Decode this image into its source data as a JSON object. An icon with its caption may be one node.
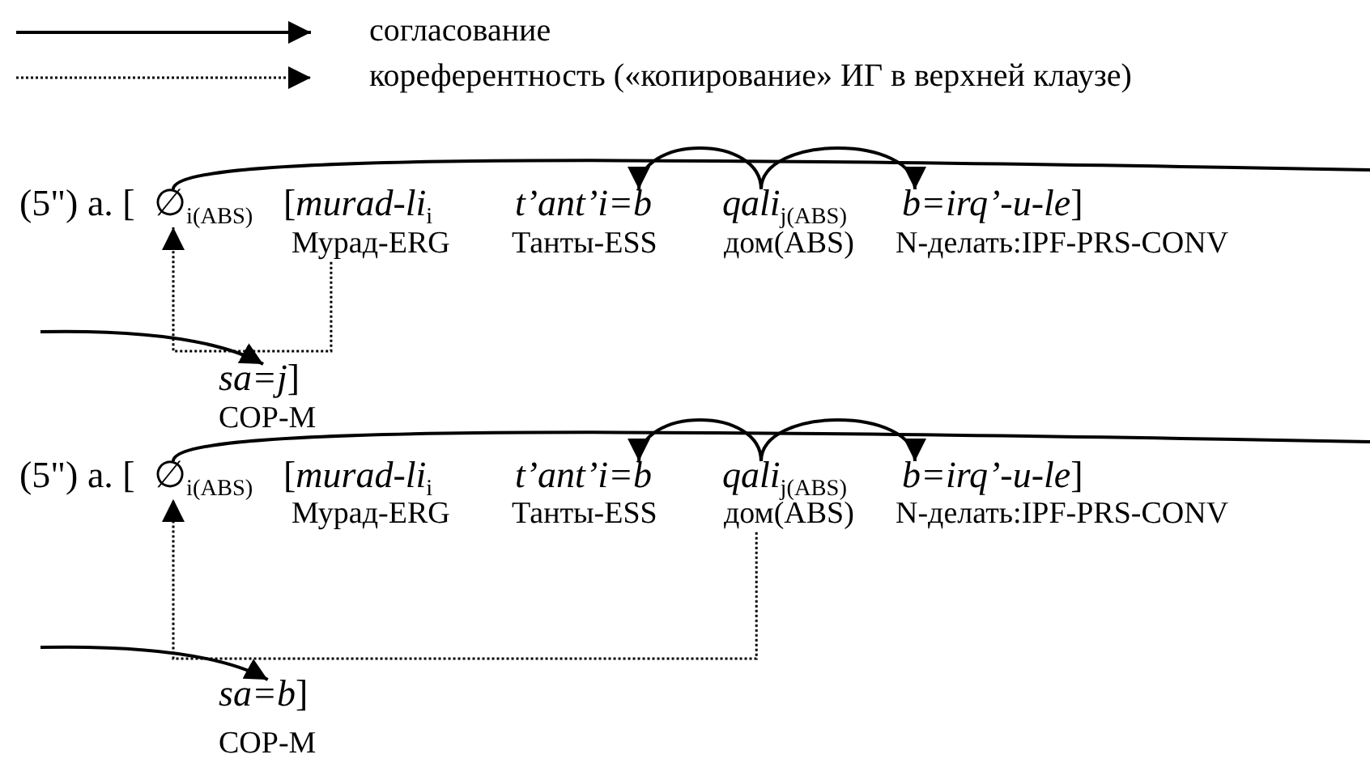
{
  "diagram": {
    "nodes": [
      {
        "text": [
          "∅$_{i(ABS)}$"
        ]
      },
      {
        "text": [
          "t’ant’i=b"
        ]
      },
      {
        "text": [
          "*qali*$_{j(ABS)}$"
        ]
      },
      {
        "text": [
          "*b=irq’-u-le*]"
        ]
      },
      {
        "text": [
          "Мурад-ERG"
        ]
      },
      {
        "text": [
          "*sa=j*]"
        ]
      },
      {
        "text": [
          "∅$_{i(ABS)}$"
        ]
      },
      {
        "text": [
          "t’ant’i=b"
        ]
      },
      {
        "text": [
          "*qali*$_{j(ABS)}$"
        ]
      },
      {
        "text": [
          "*b=irq’-u-le*]"
        ]
      },
      {
        "text": [
          "дом(ABS)"
        ]
      },
      {
        "text": [
          "*sa=b*]"
        ]
      }
    ],
    "edges": [
      {
        "from": 0,
        "to": null,
        "arrow": "none"
      },
      {
        "from": null,
        "to": 5,
        "arrow": "to"
      },
      {
        "from": 2,
        "to": 1,
        "arrow": "to"
      },
      {
        "from": 2,
        "to": 3,
        "arrow": "to"
      },
      {
        "from": 4,
        "to": 0,
        "arrow": "to",
        "style": "dashed"
      },
      {
        "from": 6,
        "to": null,
        "arrow": "none"
      },
      {
        "from": null,
        "to": 11,
        "arrow": "to"
      },
      {
        "from": 8,
        "to": 7,
        "arrow": "to"
      },
      {
        "from": 8,
        "to": 9,
        "arrow": "to"
      },
      {
        "from": 10,
        "to": 6,
        "arrow": "to",
        "style": "dashed"
      }
    ],
    "labels": [
      "(5\") a. [",
      "[*murad-li*$_{i}$",
      "Танты-ESS",
      "дом(ABS)",
      "N-делать:IPF-PRS-CONV",
      "COP-M",
      "(5\") a. [",
      "[*murad-li*$_{i}$",
      "Мурад-ERG",
      "Танты-ESS",
      "N-делать:IPF-PRS-CONV",
      "COP-M"
    ],
    "legend": [
      {
        "text": "согласование"
      },
      {
        "text": "кореферентность («копирование» ИГ в верхней клаузе)"
      }
    ]
  }
}
